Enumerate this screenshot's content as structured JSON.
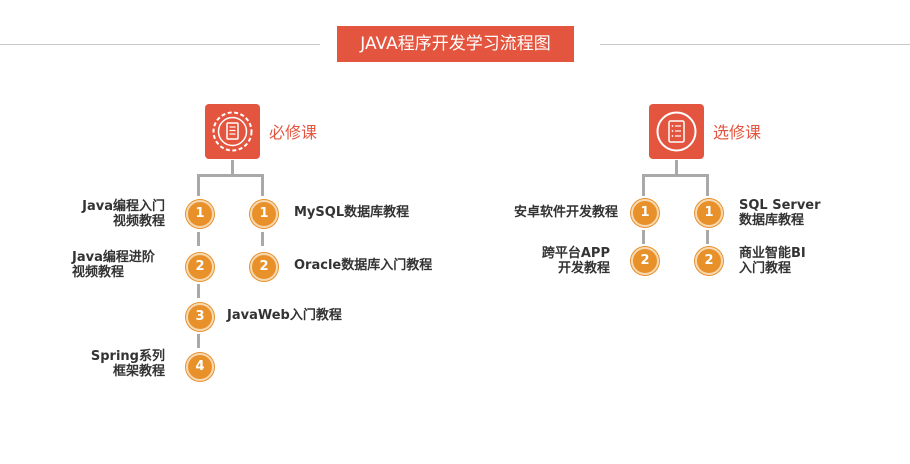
{
  "title": "JAVA程序开发学习流程图",
  "colors": {
    "accent": "#e4553f",
    "node": "#e8912b",
    "connector": "#a9a9a9"
  },
  "required": {
    "label": "必修课",
    "icon": "book-gear-icon",
    "left_branch": [
      {
        "number": "1",
        "lines": [
          "Java编程入门",
          "视频教程"
        ]
      },
      {
        "number": "2",
        "lines": [
          "Java编程进阶",
          "视频教程"
        ]
      },
      {
        "number": "3",
        "lines": [
          "JavaWeb入门教程"
        ]
      },
      {
        "number": "4",
        "lines": [
          "Spring系列",
          "框架教程"
        ]
      }
    ],
    "right_branch": [
      {
        "number": "1",
        "lines": [
          "MySQL数据库教程"
        ]
      },
      {
        "number": "2",
        "lines": [
          "Oracle数据库入门教程"
        ]
      }
    ]
  },
  "elective": {
    "label": "选修课",
    "icon": "document-list-icon",
    "left_branch": [
      {
        "number": "1",
        "lines": [
          "安卓软件开发教程"
        ]
      },
      {
        "number": "2",
        "lines": [
          "跨平台APP",
          "开发教程"
        ]
      }
    ],
    "right_branch": [
      {
        "number": "1",
        "lines": [
          "SQL Server",
          "数据库教程"
        ]
      },
      {
        "number": "2",
        "lines": [
          "商业智能BI",
          "入门教程"
        ]
      }
    ]
  }
}
